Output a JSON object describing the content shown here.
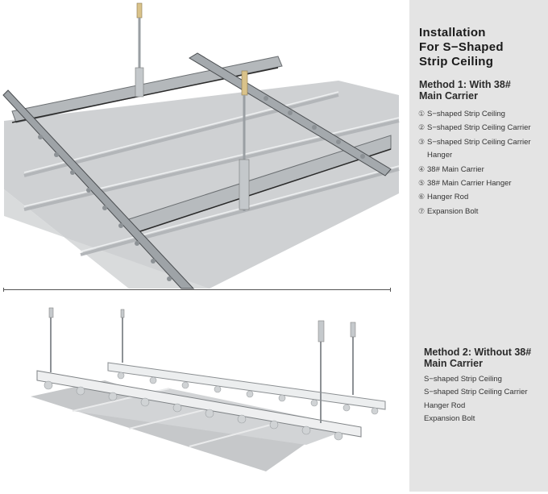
{
  "title": {
    "lines": [
      "Installation",
      "For S−Shaped",
      "Strip Ceiling"
    ]
  },
  "method1": {
    "heading_lines": [
      "Method 1: With 38#",
      "Main Carrier"
    ],
    "items": [
      {
        "num": "①",
        "label": "S−shaped Strip Ceiling"
      },
      {
        "num": "②",
        "label": "S−shaped Strip Ceiling Carrier"
      },
      {
        "num": "③",
        "label": "S−shaped Strip Ceiling Carrier"
      },
      {
        "num": "",
        "label": "Hanger"
      },
      {
        "num": "④",
        "label": "38# Main Carrier"
      },
      {
        "num": "⑤",
        "label": "38# Main Carrier Hanger"
      },
      {
        "num": "⑥",
        "label": "Hanger Rod"
      },
      {
        "num": "⑦",
        "label": "Expansion Bolt"
      }
    ]
  },
  "method2": {
    "heading_lines": [
      "Method 2: Without 38#",
      "Main Carrier"
    ],
    "items": [
      {
        "label": "S−shaped Strip Ceiling"
      },
      {
        "label": "S−shaped Strip Ceiling Carrier"
      },
      {
        "label": "Hanger Rod"
      },
      {
        "label": "Expansion Bolt"
      }
    ]
  },
  "images": {
    "top": "method-1-ceiling-photo",
    "bottom": "method-2-ceiling-photo"
  },
  "colors": {
    "panel_bg": "#e4e4e4",
    "ceiling_metal": "#c9cbcd",
    "carrier_steel": "#a9aeb2",
    "anchor_tan": "#d9c28a"
  }
}
